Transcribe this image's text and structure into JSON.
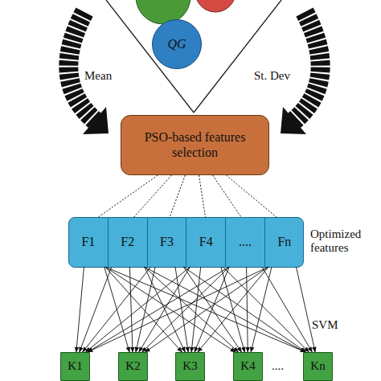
{
  "diagram": {
    "nodes": [
      {
        "text": [
          "QG"
        ]
      },
      {
        "text": [
          "PSO-based features selection"
        ]
      },
      {
        "text": [
          "Optimized features"
        ]
      },
      {
        "text": [
          "F1"
        ],
        "in": 2
      },
      {
        "text": [
          "F2"
        ],
        "in": 2
      },
      {
        "text": [
          "F3"
        ],
        "in": 2
      },
      {
        "text": [
          "F4"
        ],
        "in": 2
      },
      {
        "text": [
          "...."
        ],
        "in": 2
      },
      {
        "text": [
          "Fn"
        ],
        "in": 2
      },
      {
        "text": [
          "K1"
        ]
      },
      {
        "text": [
          "K2"
        ]
      },
      {
        "text": [
          "K3"
        ]
      },
      {
        "text": [
          "K4"
        ]
      },
      {
        "text": [
          "Kn"
        ]
      }
    ],
    "edges": [
      {
        "from": 1,
        "to": 3,
        "arrow": "none"
      },
      {
        "from": 1,
        "to": 4,
        "arrow": "none"
      },
      {
        "from": 1,
        "to": 5,
        "arrow": "none"
      },
      {
        "from": 1,
        "to": 6,
        "arrow": "none"
      },
      {
        "from": 1,
        "to": 7,
        "arrow": "none"
      },
      {
        "from": 1,
        "to": 8,
        "arrow": "none"
      },
      {
        "from": 3,
        "to": 9,
        "arrow": "to"
      },
      {
        "from": 3,
        "to": 10,
        "arrow": "to"
      },
      {
        "from": 3,
        "to": 11,
        "arrow": "to"
      },
      {
        "from": 3,
        "to": 12,
        "arrow": "to"
      },
      {
        "from": 3,
        "to": 13,
        "arrow": "to"
      },
      {
        "from": 4,
        "to": 9,
        "arrow": "to"
      },
      {
        "from": 4,
        "to": 10,
        "arrow": "to"
      },
      {
        "from": 4,
        "to": 11,
        "arrow": "to"
      },
      {
        "from": 4,
        "to": 12,
        "arrow": "to"
      },
      {
        "from": 4,
        "to": 13,
        "arrow": "to"
      },
      {
        "from": 5,
        "to": 9,
        "arrow": "to"
      },
      {
        "from": 5,
        "to": 10,
        "arrow": "to"
      },
      {
        "from": 5,
        "to": 11,
        "arrow": "to"
      },
      {
        "from": 5,
        "to": 12,
        "arrow": "to"
      },
      {
        "from": 5,
        "to": 13,
        "arrow": "to"
      },
      {
        "from": 6,
        "to": 9,
        "arrow": "to"
      },
      {
        "from": 6,
        "to": 10,
        "arrow": "to"
      },
      {
        "from": 6,
        "to": 11,
        "arrow": "to"
      },
      {
        "from": 6,
        "to": 12,
        "arrow": "to"
      },
      {
        "from": 6,
        "to": 13,
        "arrow": "to"
      },
      {
        "from": 7,
        "to": 9,
        "arrow": "to"
      },
      {
        "from": 7,
        "to": 10,
        "arrow": "to"
      },
      {
        "from": 7,
        "to": 11,
        "arrow": "to"
      },
      {
        "from": 7,
        "to": 12,
        "arrow": "to"
      },
      {
        "from": 7,
        "to": 13,
        "arrow": "to"
      },
      {
        "from": 8,
        "to": 9,
        "arrow": "to"
      },
      {
        "from": 8,
        "to": 10,
        "arrow": "to"
      },
      {
        "from": 8,
        "to": 11,
        "arrow": "to"
      },
      {
        "from": 8,
        "to": 12,
        "arrow": "to"
      },
      {
        "from": 8,
        "to": 13,
        "arrow": "to"
      }
    ],
    "labels": [
      "Mean",
      "St. Dev",
      "....",
      "SVM"
    ]
  }
}
